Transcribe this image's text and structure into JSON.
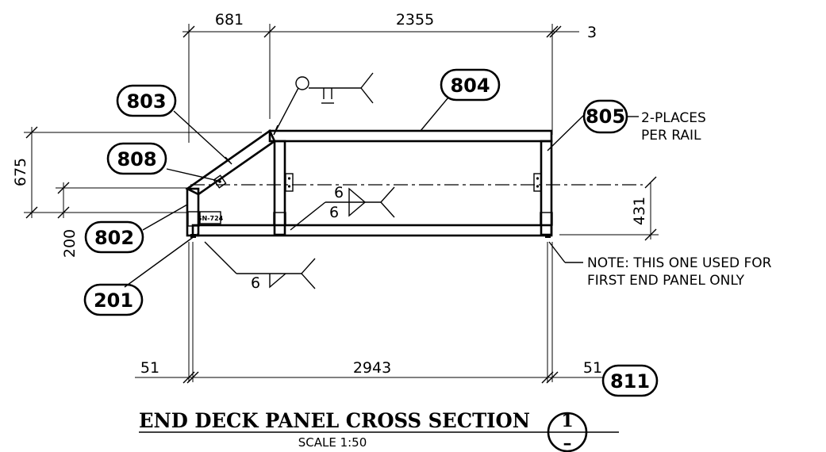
{
  "dimensions": {
    "top_left": "681",
    "top_main": "2355",
    "top_right": "3",
    "left_outer": "675",
    "left_lower": "200",
    "right_height": "431",
    "bottom_left": "51",
    "bottom_main": "2943",
    "bottom_right": "51"
  },
  "callouts": {
    "c803": "803",
    "c804": "804",
    "c805": "805",
    "c808": "808",
    "c802": "802",
    "c201": "201",
    "c811": "811"
  },
  "notes": {
    "places_line1": "2-PLACES",
    "places_line2": "PER RAIL",
    "note_line1": "NOTE: THIS ONE USED FOR",
    "note_line2": "FIRST END PANEL ONLY",
    "sn_label": "SN-724"
  },
  "welds": {
    "mid_upper": "6",
    "mid_lower": "6",
    "bottom": "6"
  },
  "title": {
    "text": "END DECK PANEL CROSS SECTION",
    "scale": "SCALE   1:50",
    "section_number": "1",
    "sheet_ref": "–"
  }
}
